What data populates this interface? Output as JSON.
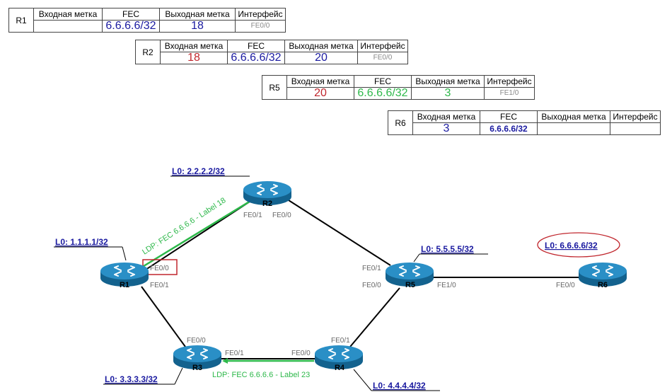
{
  "tables": {
    "r1": {
      "name": "R1",
      "headers": [
        "Входная метка",
        "FEC",
        "Выходная метка",
        "Интерфейс"
      ],
      "in_label": "",
      "fec": "6.6.6.6/32",
      "out_label": "18",
      "iface": "FE0/0"
    },
    "r2": {
      "name": "R2",
      "headers": [
        "Входная метка",
        "FEC",
        "Выходная метка",
        "Интерфейс"
      ],
      "in_label": "18",
      "fec": "6.6.6.6/32",
      "out_label": "20",
      "iface": "FE0/0"
    },
    "r5": {
      "name": "R5",
      "headers": [
        "Входная метка",
        "FEC",
        "Выходная метка",
        "Интерфейс"
      ],
      "in_label": "20",
      "fec": "6.6.6.6/32",
      "out_label": "3",
      "iface": "FE1/0"
    },
    "r6": {
      "name": "R6",
      "headers": [
        "Входная метка",
        "FEC",
        "Выходная метка",
        "Интерфейс"
      ],
      "in_label": "3",
      "fec": "6.6.6.6/32",
      "out_label": "",
      "iface": ""
    }
  },
  "colors": {
    "blue": "#1a1aa0",
    "red": "#c0262d",
    "green": "#2db84a",
    "router": "#1b7fb5"
  },
  "routers": {
    "r1": {
      "name": "R1",
      "loopback": "L0: 1.1.1.1/32"
    },
    "r2": {
      "name": "R2",
      "loopback": "L0: 2.2.2.2/32"
    },
    "r3": {
      "name": "R3",
      "loopback": "L0: 3.3.3.3/32"
    },
    "r4": {
      "name": "R4",
      "loopback": "L0: 4.4.4.4/32"
    },
    "r5": {
      "name": "R5",
      "loopback": "L0: 5.5.5.5/32"
    },
    "r6": {
      "name": "R6",
      "loopback": "L0: 6.6.6.6/32"
    }
  },
  "interfaces": {
    "r1_fe00": "FE0/0",
    "r1_fe01": "FE0/1",
    "r2_fe01": "FE0/1",
    "r2_fe00": "FE0/0",
    "r3_fe00": "FE0/0",
    "r3_fe01": "FE0/1",
    "r4_fe00": "FE0/0",
    "r4_fe01": "FE0/1",
    "r5_fe01": "FE0/1",
    "r5_fe00": "FE0/0",
    "r5_fe10": "FE1/0",
    "r6_fe00": "FE0/0"
  },
  "ldp": {
    "r2_to_r1": "LDP: FEC 6.6.6.6 - Label 18",
    "r4_to_r3": "LDP: FEC 6.6.6.6 - Label 23"
  }
}
